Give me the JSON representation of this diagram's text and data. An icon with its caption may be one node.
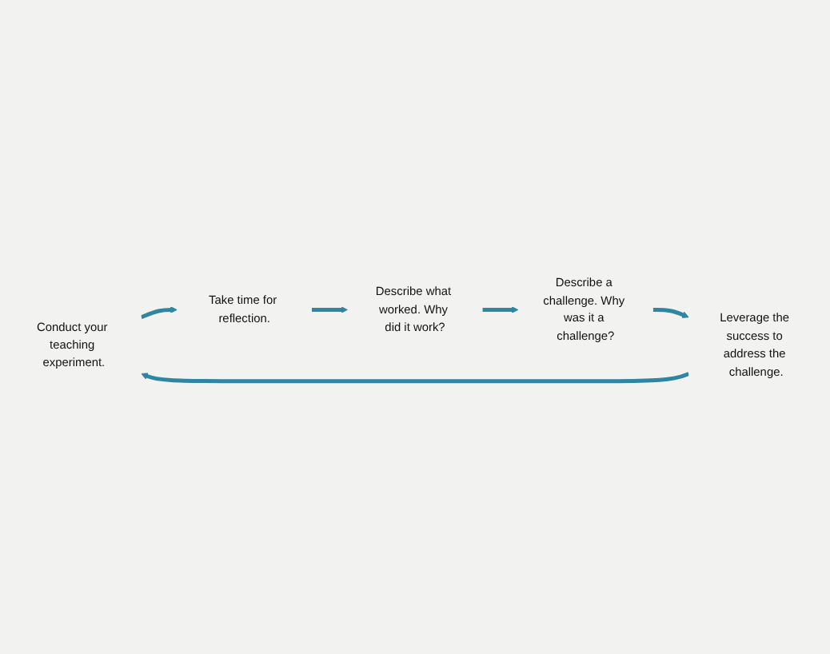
{
  "diagram": {
    "nodes": [
      {
        "text": [
          "Conduct your teaching experiment."
        ]
      },
      {
        "text": [
          "Take time for reflection."
        ]
      },
      {
        "text": [
          "Describe what worked. Why did it work?"
        ]
      },
      {
        "text": [
          "Describe a challenge. Why was it a challenge?"
        ]
      },
      {
        "text": [
          "Leverage the success to address the challenge."
        ]
      }
    ],
    "edges": [
      {
        "from": 0,
        "to": 1,
        "arrow": "to"
      },
      {
        "from": 1,
        "to": 2,
        "arrow": "to"
      },
      {
        "from": 2,
        "to": 3,
        "arrow": "to"
      },
      {
        "from": 3,
        "to": 4,
        "arrow": "to"
      },
      {
        "from": 4,
        "to": 0,
        "arrow": "to"
      }
    ]
  }
}
